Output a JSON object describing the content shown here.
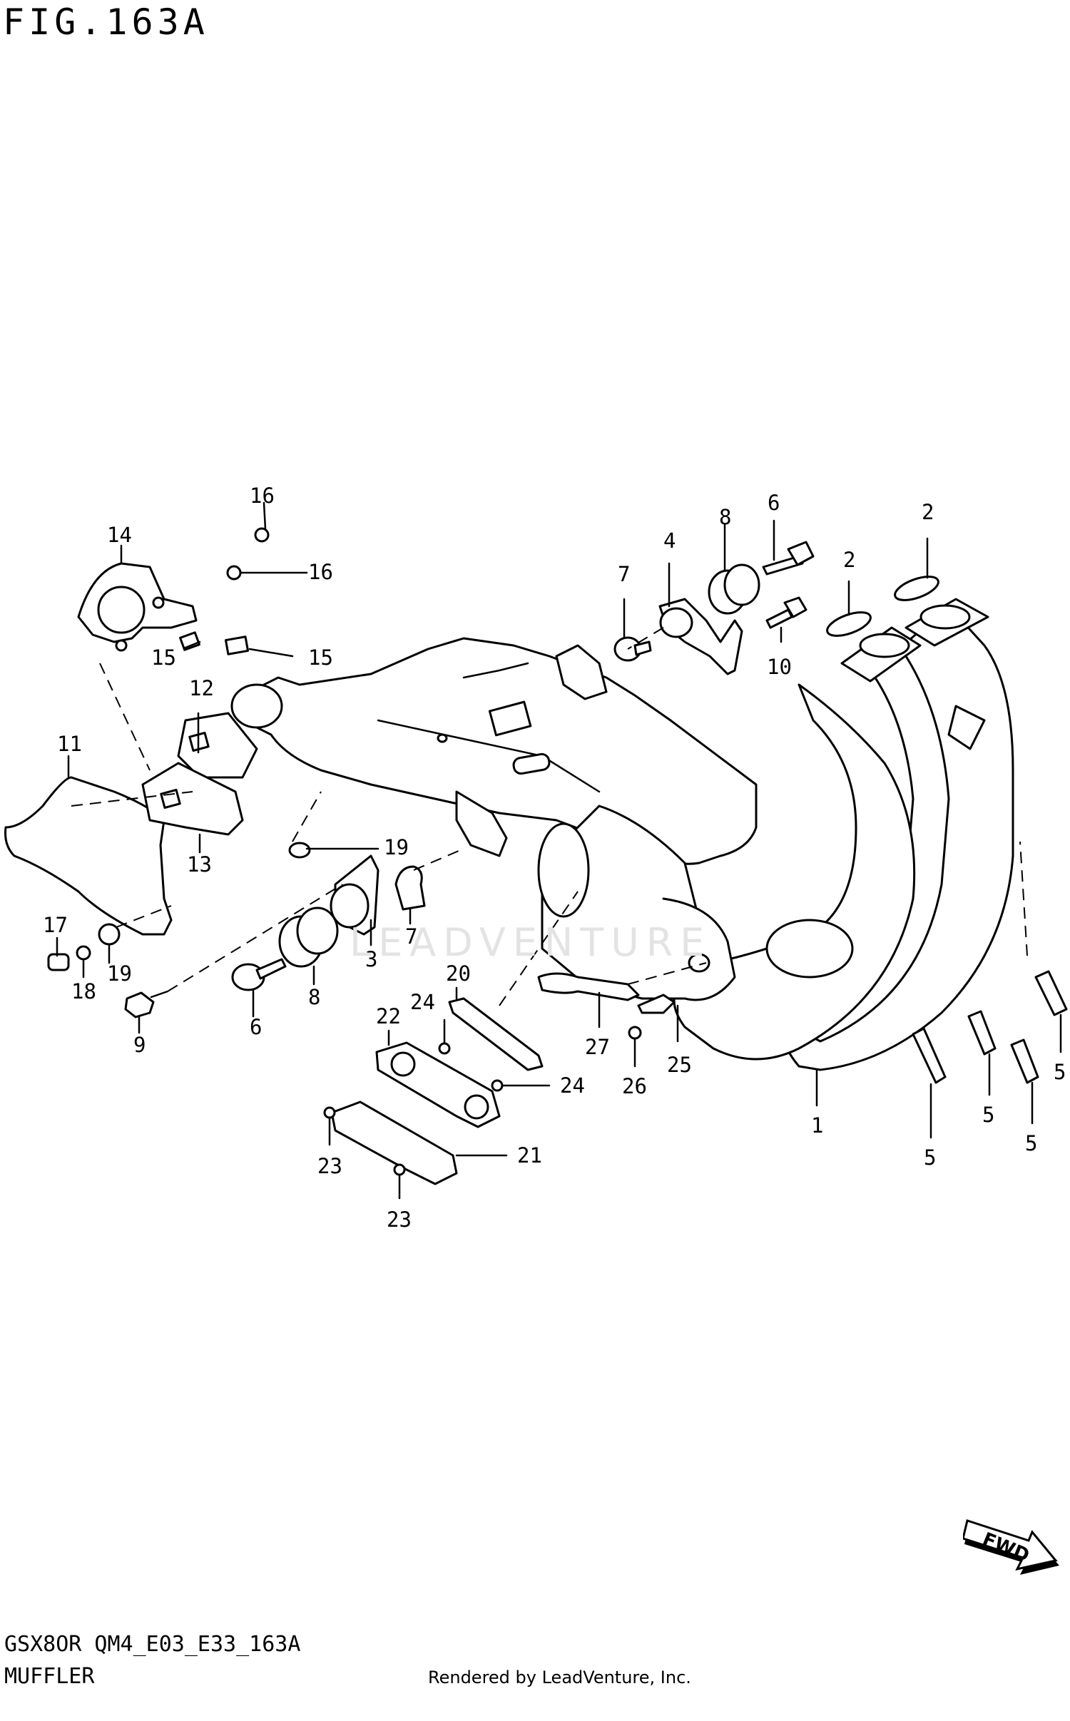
{
  "figure": {
    "title": "FIG.163A"
  },
  "watermark": "LEADVENTURE",
  "fwd_label": "FWD",
  "footer": {
    "model_code": "GSX8OR QM4_E03_E33_163A",
    "section_name": "MUFFLER",
    "rendered_by": "Rendered by LeadVenture, Inc."
  },
  "callouts": [
    {
      "id": "c16a",
      "label": "16"
    },
    {
      "id": "c16b",
      "label": "16"
    },
    {
      "id": "c14",
      "label": "14"
    },
    {
      "id": "c15a",
      "label": "15"
    },
    {
      "id": "c15b",
      "label": "15"
    },
    {
      "id": "c12",
      "label": "12"
    },
    {
      "id": "c11",
      "label": "11"
    },
    {
      "id": "c13",
      "label": "13"
    },
    {
      "id": "c19a",
      "label": "19"
    },
    {
      "id": "c19b",
      "label": "19"
    },
    {
      "id": "c17",
      "label": "17"
    },
    {
      "id": "c18",
      "label": "18"
    },
    {
      "id": "c9",
      "label": "9"
    },
    {
      "id": "c6a",
      "label": "6"
    },
    {
      "id": "c8a",
      "label": "8"
    },
    {
      "id": "c3",
      "label": "3"
    },
    {
      "id": "c7a",
      "label": "7"
    },
    {
      "id": "c7b",
      "label": "7"
    },
    {
      "id": "c4",
      "label": "4"
    },
    {
      "id": "c8b",
      "label": "8"
    },
    {
      "id": "c6b",
      "label": "6"
    },
    {
      "id": "c10",
      "label": "10"
    },
    {
      "id": "c2a",
      "label": "2"
    },
    {
      "id": "c2b",
      "label": "2"
    },
    {
      "id": "c20",
      "label": "20"
    },
    {
      "id": "c22",
      "label": "22"
    },
    {
      "id": "c24a",
      "label": "24"
    },
    {
      "id": "c24b",
      "label": "24"
    },
    {
      "id": "c21",
      "label": "21"
    },
    {
      "id": "c23a",
      "label": "23"
    },
    {
      "id": "c23b",
      "label": "23"
    },
    {
      "id": "c27",
      "label": "27"
    },
    {
      "id": "c26",
      "label": "26"
    },
    {
      "id": "c25",
      "label": "25"
    },
    {
      "id": "c1",
      "label": "1"
    },
    {
      "id": "c5a",
      "label": "5"
    },
    {
      "id": "c5b",
      "label": "5"
    },
    {
      "id": "c5c",
      "label": "5"
    },
    {
      "id": "c5d",
      "label": "5"
    }
  ]
}
